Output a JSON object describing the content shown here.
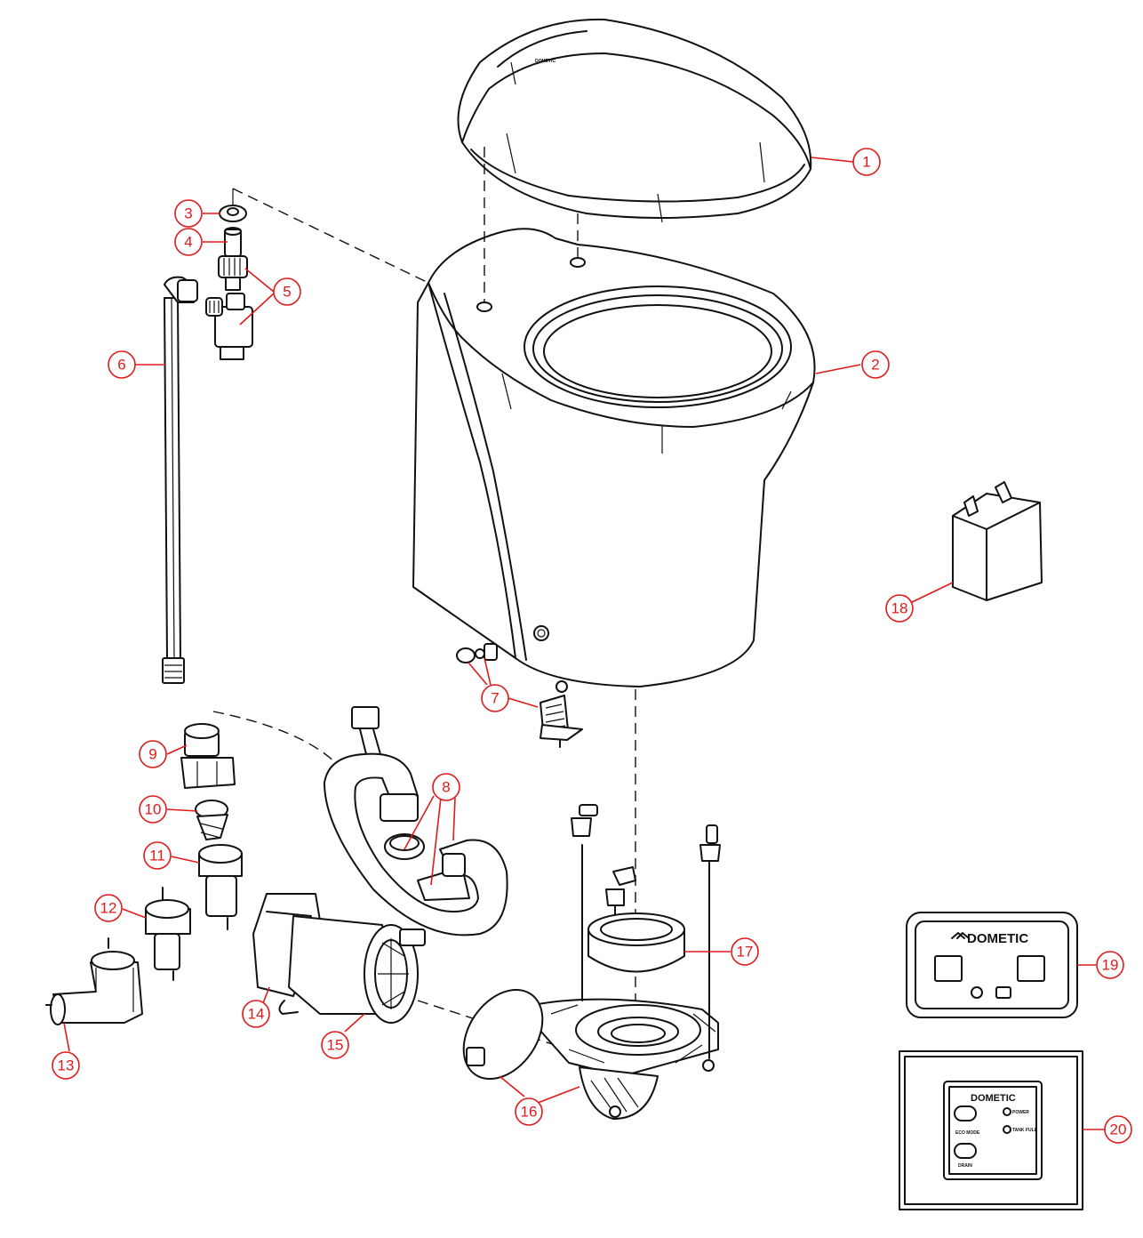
{
  "callouts": [
    {
      "label": "1"
    },
    {
      "label": "2"
    },
    {
      "label": "3"
    },
    {
      "label": "4"
    },
    {
      "label": "5"
    },
    {
      "label": "6"
    },
    {
      "label": "7"
    },
    {
      "label": "8"
    },
    {
      "label": "9"
    },
    {
      "label": "10"
    },
    {
      "label": "11"
    },
    {
      "label": "12"
    },
    {
      "label": "13"
    },
    {
      "label": "14"
    },
    {
      "label": "15"
    },
    {
      "label": "16"
    },
    {
      "label": "17"
    },
    {
      "label": "18"
    },
    {
      "label": "19"
    },
    {
      "label": "20"
    }
  ],
  "panels": {
    "brand": "DOMETIC",
    "panel_20_labels": {
      "right_top": "POWER",
      "right_bottom": "TANK FULL",
      "left_mid": "ECO MODE",
      "left_bottom": "DRAIN"
    }
  },
  "colors": {
    "callout": "#e01a1a",
    "line": "#111111",
    "background": "#ffffff"
  }
}
